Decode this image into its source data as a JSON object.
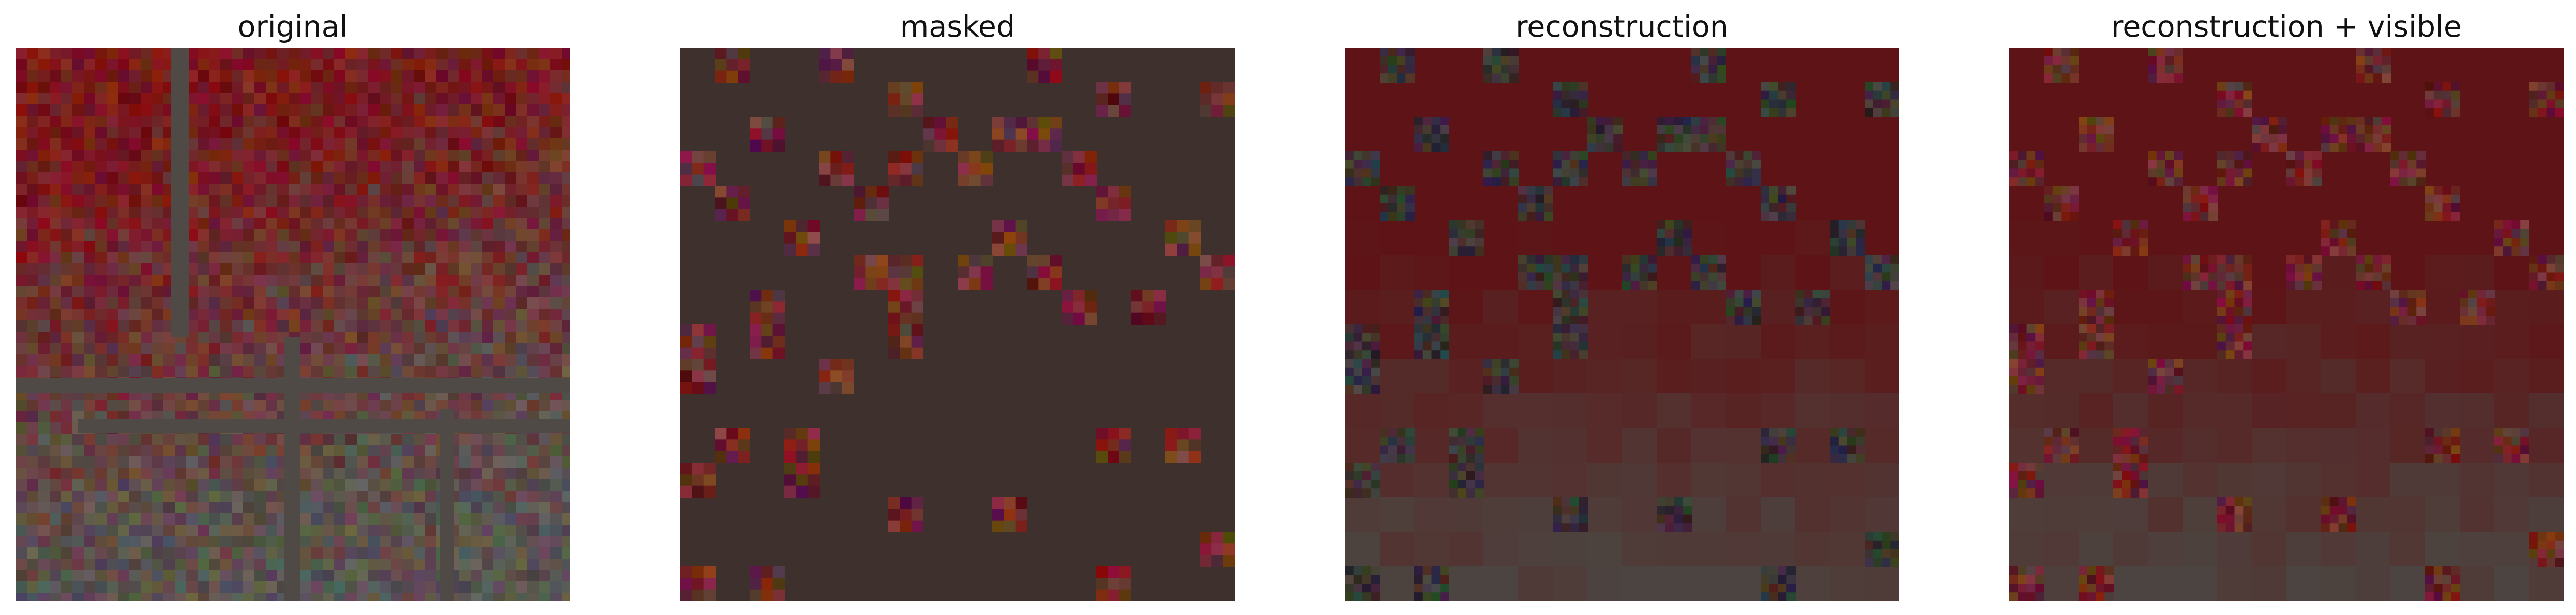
{
  "panels": [
    {
      "title": "original"
    },
    {
      "title": "masked"
    },
    {
      "title": "reconstruction"
    },
    {
      "title": "reconstruction + visible"
    }
  ],
  "colors": {
    "mask_fill": "#3d302d",
    "vegetation_red": "#7a1a1c",
    "reconstruction_red": "#5e1416",
    "pavement_gray": "#5a5450",
    "background": "#ffffff"
  }
}
